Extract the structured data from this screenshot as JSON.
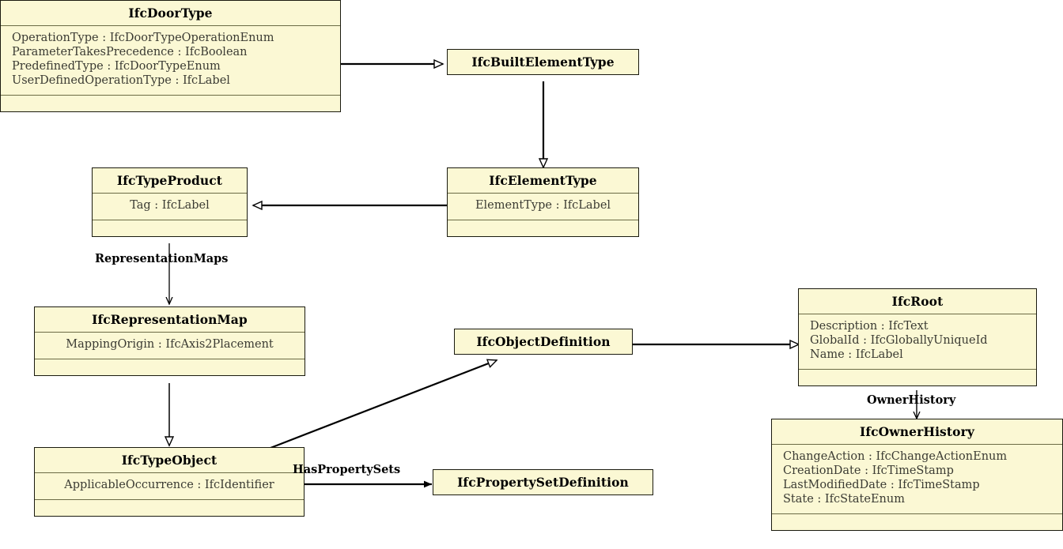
{
  "diagram": {
    "title": "IfcDoorType UML class diagram",
    "type": "uml-class-diagram",
    "background": "#ffffff",
    "box_fill": "#fbf8d4",
    "box_border": "#1a1a0f",
    "separator_color": "#6b6b45",
    "line_color": "#000000"
  },
  "classes": [
    {
      "id": "ifcdoortype",
      "name": "IfcDoorType",
      "attributes": [
        "OperationType : IfcDoorTypeOperationEnum",
        "ParameterTakesPrecedence : IfcBoolean",
        "PredefinedType : IfcDoorTypeEnum",
        "UserDefinedOperationType : IfcLabel"
      ]
    },
    {
      "id": "ifcbuiltelementtype",
      "name": "IfcBuiltElementType",
      "attributes": []
    },
    {
      "id": "ifctypeproduct",
      "name": "IfcTypeProduct",
      "attributes": [
        "Tag : IfcLabel"
      ]
    },
    {
      "id": "ifcelementtype",
      "name": "IfcElementType",
      "attributes": [
        "ElementType : IfcLabel"
      ]
    },
    {
      "id": "ifcrepresentationmap",
      "name": "IfcRepresentationMap",
      "attributes": [
        "MappingOrigin : IfcAxis2Placement"
      ]
    },
    {
      "id": "ifcobjectdefinition",
      "name": "IfcObjectDefinition",
      "attributes": []
    },
    {
      "id": "ifcroot",
      "name": "IfcRoot",
      "attributes": [
        "Description : IfcText",
        "GlobalId : IfcGloballyUniqueId",
        "Name : IfcLabel"
      ]
    },
    {
      "id": "ifcownerhistory",
      "name": "IfcOwnerHistory",
      "attributes": [
        "ChangeAction : IfcChangeActionEnum",
        "CreationDate : IfcTimeStamp",
        "LastModifiedDate : IfcTimeStamp",
        "State : IfcStateEnum"
      ]
    },
    {
      "id": "ifctypeobject",
      "name": "IfcTypeObject",
      "attributes": [
        "ApplicableOccurrence : IfcIdentifier"
      ]
    },
    {
      "id": "ifcpropertysetdefinition",
      "name": "IfcPropertySetDefinition",
      "attributes": []
    }
  ],
  "relationships": [
    {
      "id": "rel-doortype-builtelementtype",
      "from": "IfcDoorType",
      "to": "IfcBuiltElementType",
      "kind": "generalization",
      "arrowhead": "hollow-triangle",
      "label": ""
    },
    {
      "id": "rel-builtelementtype-elementtype",
      "from": "IfcBuiltElementType",
      "to": "IfcElementType",
      "kind": "generalization",
      "arrowhead": "hollow-triangle",
      "label": ""
    },
    {
      "id": "rel-elementtype-typeproduct",
      "from": "IfcElementType",
      "to": "IfcTypeProduct",
      "kind": "generalization",
      "arrowhead": "hollow-triangle",
      "label": ""
    },
    {
      "id": "rel-typeproduct-representationmap",
      "from": "IfcTypeProduct",
      "to": "IfcRepresentationMap",
      "kind": "association",
      "arrowhead": "open",
      "label": "RepresentationMaps"
    },
    {
      "id": "rel-representationmap-typeobject",
      "from": "IfcRepresentationMap",
      "to": "IfcTypeObject",
      "kind": "generalization",
      "arrowhead": "hollow-triangle",
      "label": ""
    },
    {
      "id": "rel-typeobject-objectdefinition",
      "from": "IfcTypeObject",
      "to": "IfcObjectDefinition",
      "kind": "generalization",
      "arrowhead": "hollow-triangle",
      "label": ""
    },
    {
      "id": "rel-typeobject-propertysetdefinition",
      "from": "IfcTypeObject",
      "to": "IfcPropertySetDefinition",
      "kind": "association",
      "arrowhead": "filled",
      "label": "HasPropertySets"
    },
    {
      "id": "rel-objectdefinition-root",
      "from": "IfcObjectDefinition",
      "to": "IfcRoot",
      "kind": "generalization",
      "arrowhead": "hollow-triangle",
      "label": ""
    },
    {
      "id": "rel-root-ownerhistory",
      "from": "IfcRoot",
      "to": "IfcOwnerHistory",
      "kind": "association",
      "arrowhead": "open",
      "label": "OwnerHistory"
    }
  ],
  "edge_labels": {
    "representation_maps": "RepresentationMaps",
    "has_property_sets": "HasPropertySets",
    "owner_history": "OwnerHistory"
  }
}
